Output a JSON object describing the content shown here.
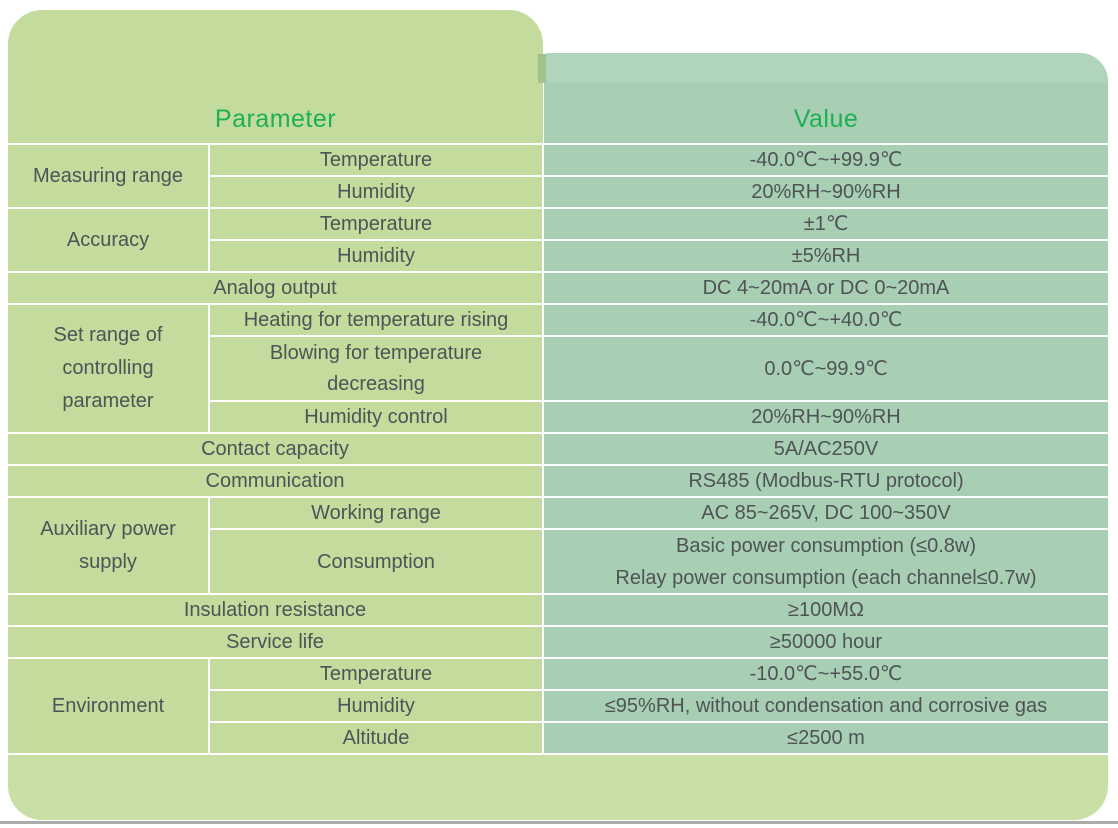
{
  "palette": {
    "parameter_green": "#c3dc9e",
    "value_teal": "#a8cfb4",
    "footer_green": "#c8e0a6",
    "header_text_green": "#1db053",
    "body_text_gray": "#4e5355",
    "divider_white": "#ffffff"
  },
  "header": {
    "parameter": "Parameter",
    "value": "Value"
  },
  "table": {
    "groups": {
      "measuring_range": "Measuring range",
      "accuracy": "Accuracy",
      "set_range": "Set range of controlling parameter",
      "aux_power": "Auxiliary power supply",
      "environment": "Environment"
    },
    "rows": [
      {
        "param": "Temperature",
        "value": "-40.0℃~+99.9℃"
      },
      {
        "param": "Humidity",
        "value": "20%RH~90%RH"
      },
      {
        "param": "Temperature",
        "value": "±1℃"
      },
      {
        "param": "Humidity",
        "value": "±5%RH"
      },
      {
        "param": "Analog output",
        "value": "DC 4~20mA or DC 0~20mA"
      },
      {
        "param": "Heating for temperature rising",
        "value": "-40.0℃~+40.0℃"
      },
      {
        "param": "Blowing for temperature decreasing",
        "value": "0.0℃~99.9℃"
      },
      {
        "param": "Humidity control",
        "value": "20%RH~90%RH"
      },
      {
        "param": "Contact capacity",
        "value": "5A/AC250V"
      },
      {
        "param": "Communication",
        "value": "RS485 (Modbus-RTU protocol)"
      },
      {
        "param": "Working range",
        "value": "AC 85~265V, DC 100~350V"
      },
      {
        "param": "Consumption",
        "value_line1": "Basic power consumption (≤0.8w)",
        "value_line2": "Relay power consumption (each channel≤0.7w)"
      },
      {
        "param": "Insulation resistance",
        "value": "≥100MΩ"
      },
      {
        "param": "Service life",
        "value": "≥50000 hour"
      },
      {
        "param": "Temperature",
        "value": "-10.0℃~+55.0℃"
      },
      {
        "param": "Humidity",
        "value": "≤95%RH, without condensation and corrosive gas"
      },
      {
        "param": "Altitude",
        "value": "≤2500 m"
      }
    ]
  }
}
